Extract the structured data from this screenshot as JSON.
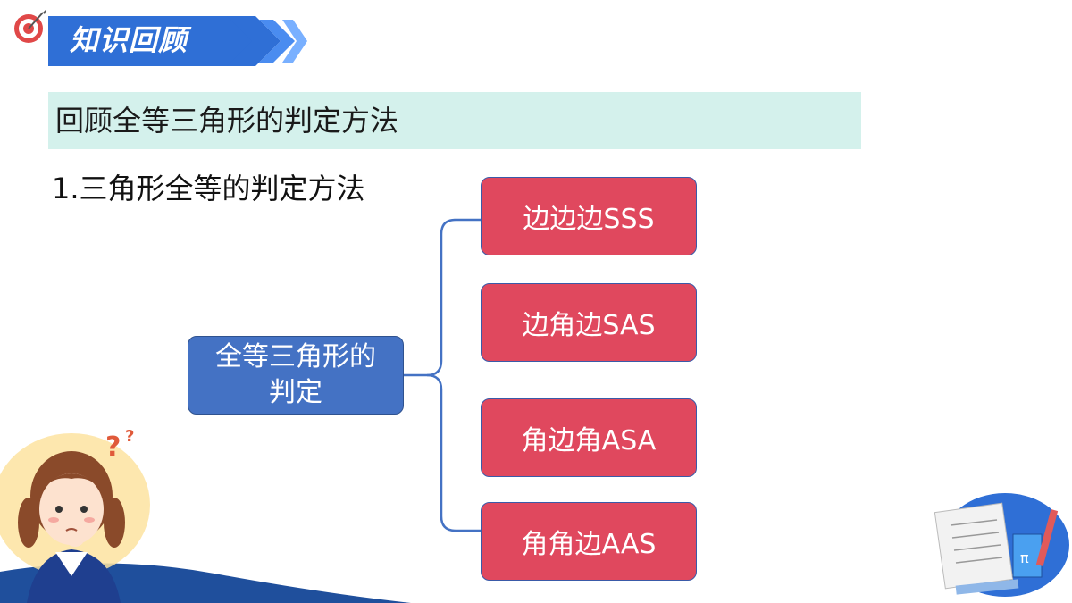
{
  "header": {
    "title": "知识回顾"
  },
  "subtitle": "回顾全等三角形的判定方法",
  "section": {
    "heading": "1.三角形全等的判定方法"
  },
  "mindmap": {
    "root_line1": "全等三角形的",
    "root_line2": "判定",
    "branches": [
      {
        "label": "边边边SSS"
      },
      {
        "label": "边角边SAS"
      },
      {
        "label": "角边角ASA"
      },
      {
        "label": "角角边AAS"
      }
    ]
  },
  "colors": {
    "banner_blue": "#2f6fd6",
    "subtitle_bg": "#d4f1ec",
    "root_fill": "#4472c4",
    "leaf_fill": "#e0485e",
    "connector": "#4472c4"
  },
  "icons": {
    "target": "target-dart-icon",
    "girl": "thinking-girl-illustration",
    "math": "math-notebook-illustration"
  }
}
